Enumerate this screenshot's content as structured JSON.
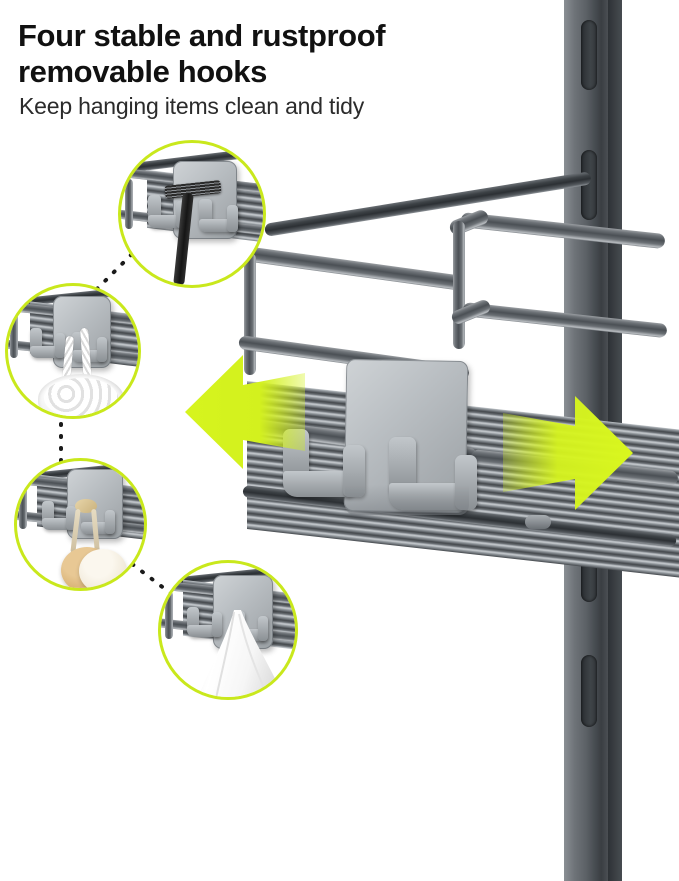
{
  "headline": {
    "line1": "Four stable and rustproof",
    "line2": "removable hooks"
  },
  "subtitle": "Keep hanging items clean and tidy",
  "colors": {
    "accent_green": "#c9e81c",
    "arrow_green": "#d6f41e",
    "metal_dark": "#4b5055",
    "metal_light": "#b9bdc1",
    "plastic_grey": "#b3b8bc",
    "text_primary": "#111111",
    "text_secondary": "#2b2b2b",
    "background": "#ffffff"
  },
  "callouts": [
    {
      "id": "callout-razor",
      "item": "razor",
      "description": "Hook holding a black razor on the shelf rail"
    },
    {
      "id": "callout-loofah",
      "item": "loofah",
      "description": "Hook holding a white loofah on a braided rope"
    },
    {
      "id": "callout-brush",
      "item": "wooden-brush",
      "description": "Hook holding a round wooden bath brush by a cord"
    },
    {
      "id": "callout-towel",
      "item": "towel",
      "description": "Hook holding a white hanging towel"
    }
  ],
  "product": {
    "name": "shower-caddy-shelf",
    "hook_module_label": "removable-double-hook",
    "pole_label": "adjustable-tension-pole",
    "arrows": [
      {
        "id": "arrow-left",
        "direction": "left",
        "meaning": "slide hook left"
      },
      {
        "id": "arrow-right",
        "direction": "right",
        "meaning": "slide hook right"
      }
    ]
  }
}
